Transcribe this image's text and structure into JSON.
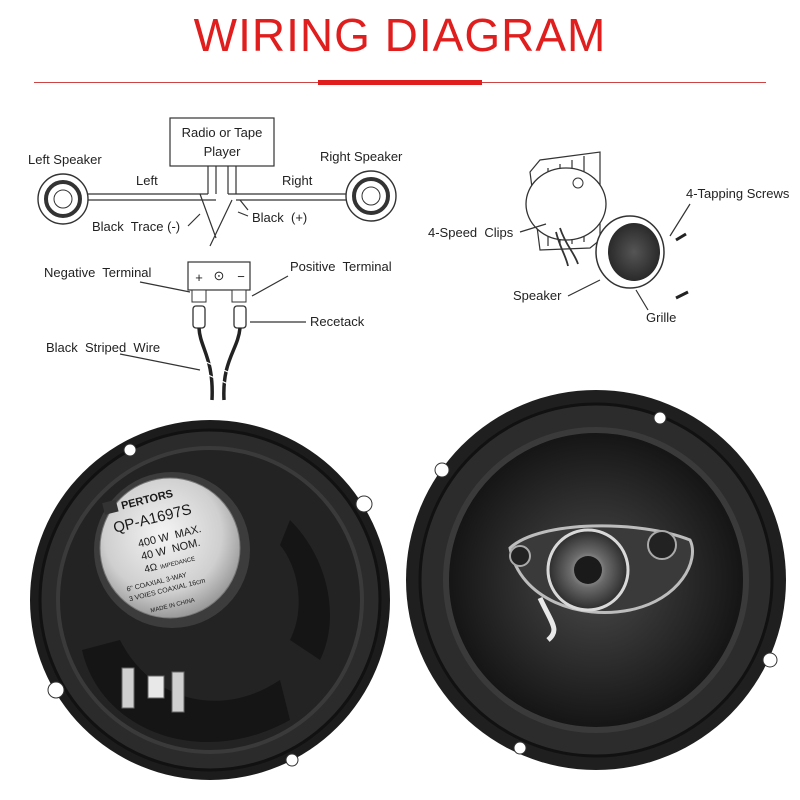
{
  "title": "WIRING DIAGRAM",
  "colors": {
    "title": "#e01e1e",
    "accent": "#e01e1e",
    "rule": "#cc4444",
    "speaker_body": "#1c1c1c"
  },
  "wiring": {
    "source": "Radio or Tape\nPlayer",
    "source_line1": "Radio or Tape",
    "source_line2": "Player",
    "left_speaker": "Left Speaker",
    "right_speaker": "Right Speaker",
    "left": "Left",
    "right": "Right",
    "black_trace": "Black  Trace (-)",
    "black_plus": "Black  (+)",
    "negative_terminal": "Negative  Terminal",
    "positive_terminal": "Positive  Terminal",
    "terminal_plus": "+",
    "terminal_minus": "−",
    "terminal_center": "⊙",
    "recetack": "Recetack",
    "black_striped_wire": "Black  Striped  Wire"
  },
  "mounting": {
    "screws": "4-Tapping Screws",
    "clips": "4-Speed  Clips",
    "speaker": "Speaker",
    "grille": "Grille"
  },
  "product_label": {
    "brand": "PERTORS",
    "model": "QP-A1697S",
    "power_max": "400 W  MAX.",
    "power_nom": "40 W  NOM.",
    "impedance_value": "4Ω",
    "impedance_label": "IMPEDANCE",
    "type": "6\" COAXIAL 3-WAY",
    "size": "3 VOIES COAXIAL 16cm",
    "origin": "MADE IN CHINA"
  },
  "icons": [
    "speaker-rear-photo",
    "speaker-front-photo",
    "tweeter-icon",
    "screw-icon",
    "terminal-icon"
  ]
}
